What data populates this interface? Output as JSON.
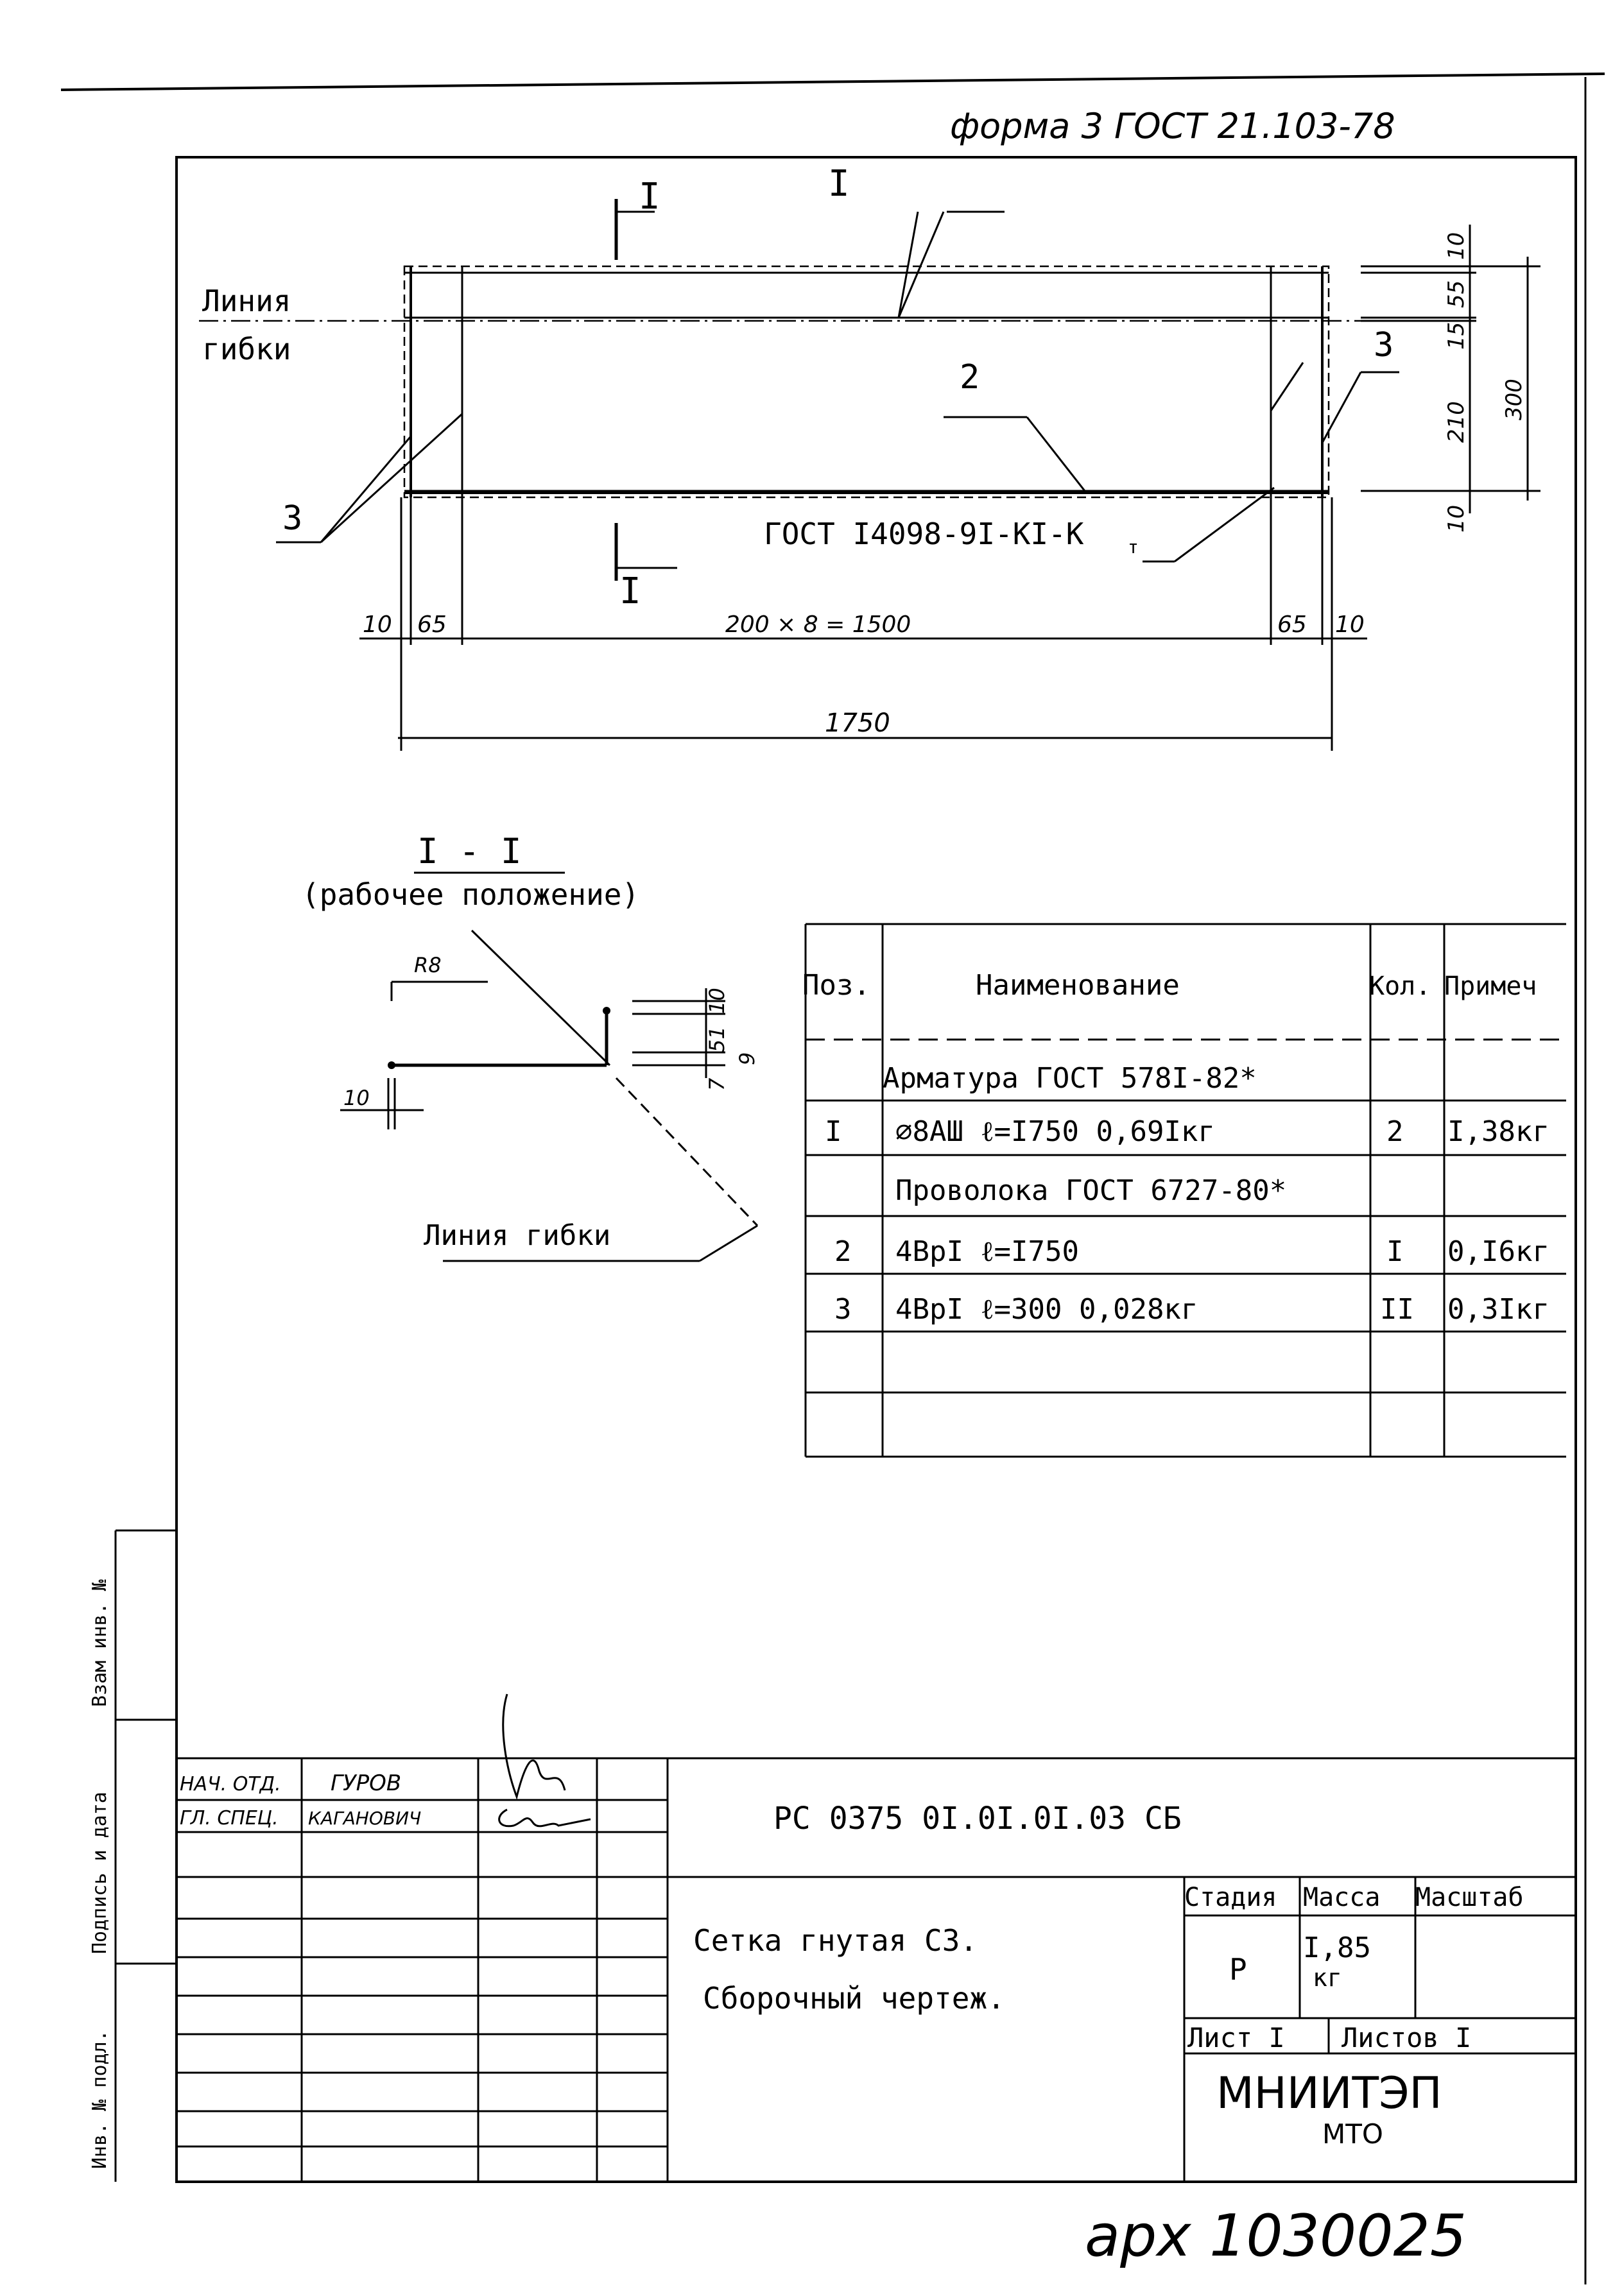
{
  "form_header": "форма 3 ГОСТ 21.103-78",
  "plan": {
    "section_mark": "I",
    "bend_line_word1": "Линия",
    "bend_line_word2": "гибки",
    "callout_2": "2",
    "callout_3": "3",
    "gost_label": "ГОСТ I4098-9I-KI-K",
    "gost_subscript": "т",
    "dims": {
      "left_10": "10",
      "left_65": "65",
      "middle": "200 × 8 = 1500",
      "right_65": "65",
      "right_10": "10",
      "overall": "1750",
      "r_10_top": "10",
      "r_55": "55",
      "r_15": "15",
      "r_210": "210",
      "r_10_bottom": "10",
      "r_300": "300"
    }
  },
  "section": {
    "title": "I - I",
    "subtitle": "(рабочее положение)",
    "radius": "R8",
    "dim_10_top": "10",
    "dim_51": "51",
    "dim_7": "7",
    "dim_9": "9",
    "dim_10_left": "10",
    "bend_label": "Линия гибки"
  },
  "spec_table": {
    "headers": [
      "Поз.",
      "Наименование",
      "Кол.",
      "Примеч"
    ],
    "rows": [
      [
        "",
        "Арматура ГОСТ 578I-82*",
        "",
        ""
      ],
      [
        "I",
        "⌀8АШ  ℓ=I750      0,69Iкг",
        "2",
        "I,38кг"
      ],
      [
        "",
        "Проволока ГОСТ 6727-80*",
        "",
        ""
      ],
      [
        "2",
        "4ВрI  ℓ=I750",
        "I",
        "0,I6кг"
      ],
      [
        "3",
        "4ВрI  ℓ=300       0,028кг",
        "II",
        "0,3Iкг"
      ],
      [
        "",
        "",
        "",
        ""
      ],
      [
        "",
        "",
        "",
        ""
      ]
    ]
  },
  "side_stamp": {
    "f1": "Инв. № подл.",
    "f2": "Подпись и дата",
    "f3": "Взам инв. №"
  },
  "title_block": {
    "role_1": "НАЧ. ОТД.",
    "name_1": "ГУРОВ",
    "role_2": "ГЛ. СПЕЦ.",
    "name_2": "КАГАНОВИЧ",
    "doc_code": "РС 0375 0I.0I.0I.03 СБ",
    "item_name": "Сетка гнутая С3.",
    "doc_type": "Сборочный чертеж.",
    "stage_header": "Стадия",
    "mass_header": "Масса",
    "scale_header": "Масштаб",
    "stage": "Р",
    "mass_value": "I,85",
    "mass_unit": "кг",
    "sheet": "Лист I",
    "sheets": "Листов I",
    "org": "МНИИТЭП",
    "dept": "МТО"
  },
  "archive_number": "арх 1030025"
}
